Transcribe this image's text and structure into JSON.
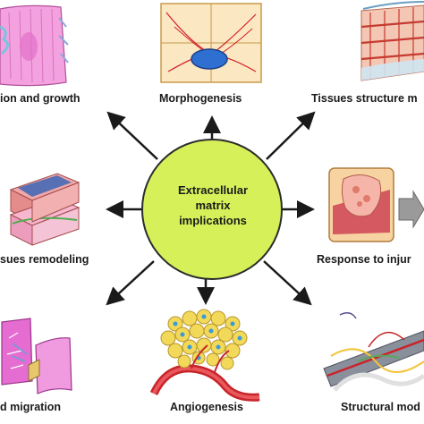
{
  "center": {
    "line1": "Extracellular",
    "line2": "matrix",
    "line3": "implications"
  },
  "labels": {
    "top_left": "ion and growth",
    "top_center": "Morphogenesis",
    "top_right": "Tissues structure m",
    "mid_left": "sues remodeling",
    "mid_right": "Response to injur",
    "bottom_left": "d migration",
    "bottom_center": "Angiogenesis",
    "bottom_right": "Structural mod"
  },
  "colors": {
    "center_fill": "#d6f05a",
    "center_stroke": "#2b2b2b",
    "arrow": "#1a1a1a",
    "cell_pink": "#f08bd6",
    "angio_yellow": "#f2d95a",
    "vessel_red": "#c8242a"
  }
}
